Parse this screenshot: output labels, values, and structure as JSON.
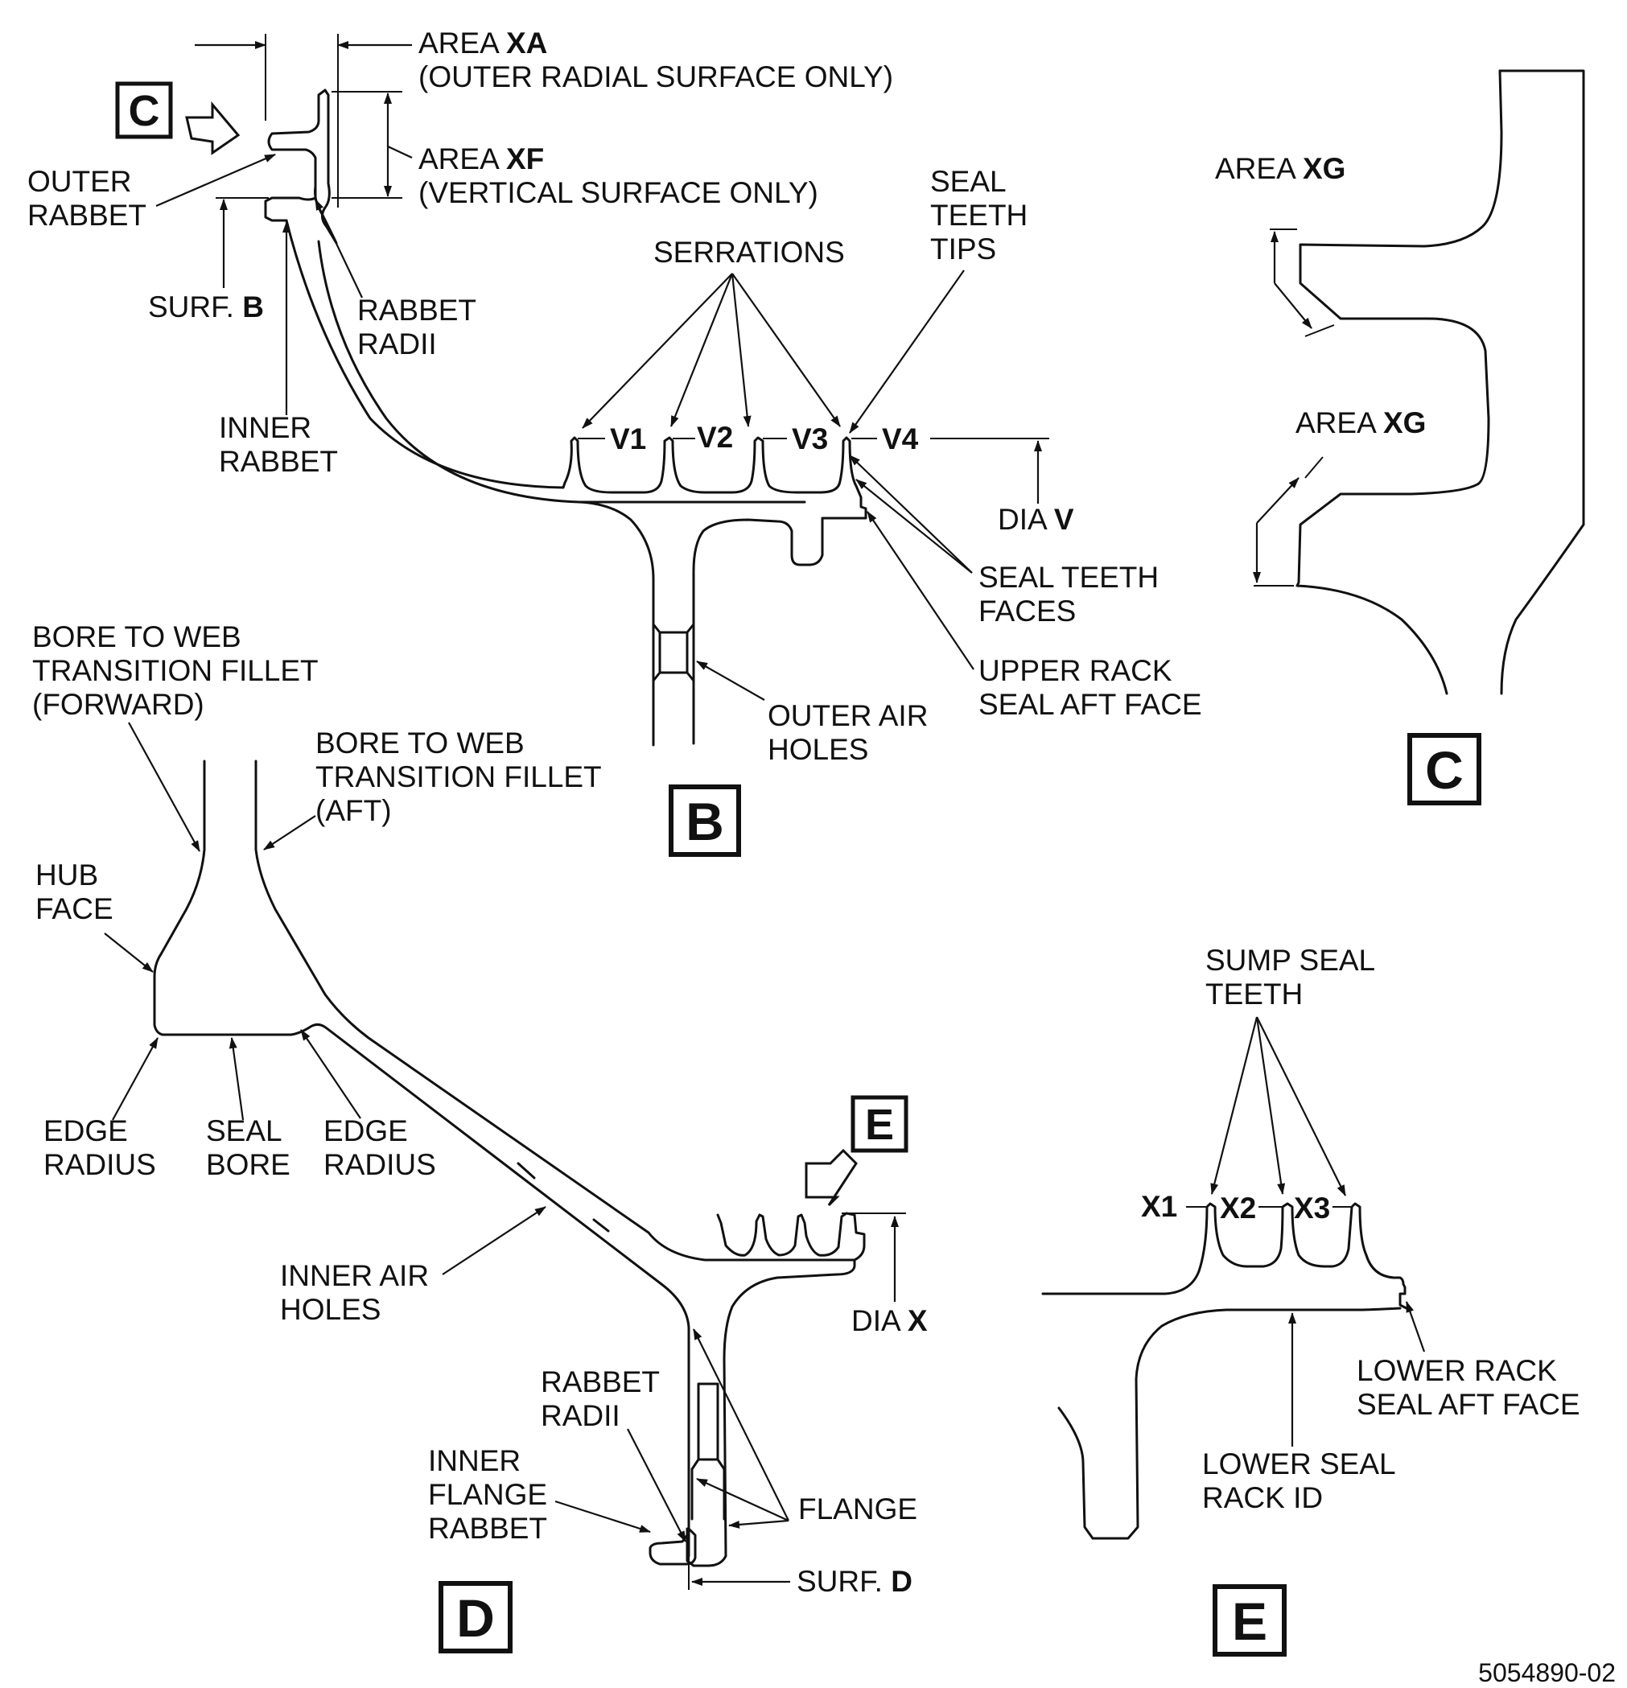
{
  "figure_id": "5054890-02",
  "views": {
    "b": "B",
    "c": "C",
    "d": "D",
    "e": "E"
  },
  "view_b": {
    "area_xa": {
      "prefix": "AREA ",
      "code": "XA",
      "note": "(OUTER RADIAL SURFACE ONLY)"
    },
    "area_xf": {
      "prefix": "AREA ",
      "code": "XF",
      "note": "(VERTICAL SURFACE ONLY)"
    },
    "outer_rabbet": [
      "OUTER",
      "RABBET"
    ],
    "surf_b": {
      "prefix": "SURF. ",
      "code": "B"
    },
    "rabbet_radii": [
      "RABBET",
      "RADII"
    ],
    "inner_rabbet": [
      "INNER",
      "RABBET"
    ],
    "serrations": "SERRATIONS",
    "seal_teeth_tips": [
      "SEAL",
      "TEETH",
      "TIPS"
    ],
    "tooth_labels": [
      "V1",
      "V2",
      "V3",
      "V4"
    ],
    "dia_v": {
      "prefix": "DIA ",
      "code": "V"
    },
    "seal_teeth_faces": [
      "SEAL TEETH",
      "FACES"
    ],
    "upper_rack": [
      "UPPER RACK",
      "SEAL AFT FACE"
    ],
    "outer_air_holes": [
      "OUTER AIR",
      "HOLES"
    ]
  },
  "view_c": {
    "area_xg_1": {
      "prefix": "AREA ",
      "code": "XG"
    },
    "area_xg_2": {
      "prefix": "AREA ",
      "code": "XG"
    }
  },
  "view_d": {
    "bore_fwd": [
      "BORE TO WEB",
      "TRANSITION FILLET",
      "(FORWARD)"
    ],
    "bore_aft": [
      "BORE TO WEB",
      "TRANSITION FILLET",
      "(AFT)"
    ],
    "hub_face": [
      "HUB",
      "FACE"
    ],
    "edge_radius_left": [
      "EDGE",
      "RADIUS"
    ],
    "seal_bore": [
      "SEAL",
      "BORE"
    ],
    "edge_radius_right": [
      "EDGE",
      "RADIUS"
    ],
    "inner_air_holes": [
      "INNER AIR",
      "HOLES"
    ],
    "dia_x": {
      "prefix": "DIA ",
      "code": "X"
    },
    "rabbet_radii": [
      "RABBET",
      "RADII"
    ],
    "inner_flange_rabbet": [
      "INNER",
      "FLANGE",
      "RABBET"
    ],
    "flange": "FLANGE",
    "surf_d": {
      "prefix": "SURF. ",
      "code": "D"
    }
  },
  "view_e": {
    "sump_seal_teeth": [
      "SUMP SEAL",
      "TEETH"
    ],
    "tooth_labels": [
      "X1",
      "X2",
      "X3"
    ],
    "lower_rack": [
      "LOWER RACK",
      "SEAL AFT FACE"
    ],
    "lower_seal_rack_id": [
      "LOWER SEAL",
      "RACK ID"
    ]
  }
}
